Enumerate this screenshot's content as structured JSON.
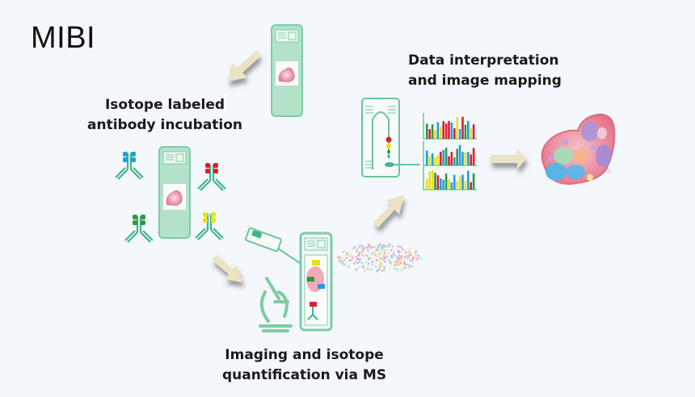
{
  "title": "MIBI",
  "steps": [
    {
      "label_line1": "Isotope labeled",
      "label_line2": "antibody incubation"
    },
    {
      "label_line1": "Imaging and isotope",
      "label_line2": "quantification via MS"
    },
    {
      "label_line1": "Data interpretation",
      "label_line2": "and image mapping"
    }
  ],
  "colors": {
    "background": "#f4f7fb",
    "slide_green": "#a9dcc0",
    "slide_border": "#6cc59a",
    "antibody_green": "#3fb58a",
    "tissue_pink": "#e88c9c",
    "arrow_cream": "#ece3c4",
    "tag_blue": "#1f9fe0",
    "tag_red": "#e0202c",
    "tag_green": "#2e9a40",
    "tag_yellow": "#e8e020"
  },
  "icons": [
    "slide-icon",
    "arrow-icon",
    "antibody-icon",
    "microscope-icon",
    "mass-spec-icon",
    "bar-chart-icon",
    "cell-tissue-icon",
    "ion-cloud-icon"
  ]
}
